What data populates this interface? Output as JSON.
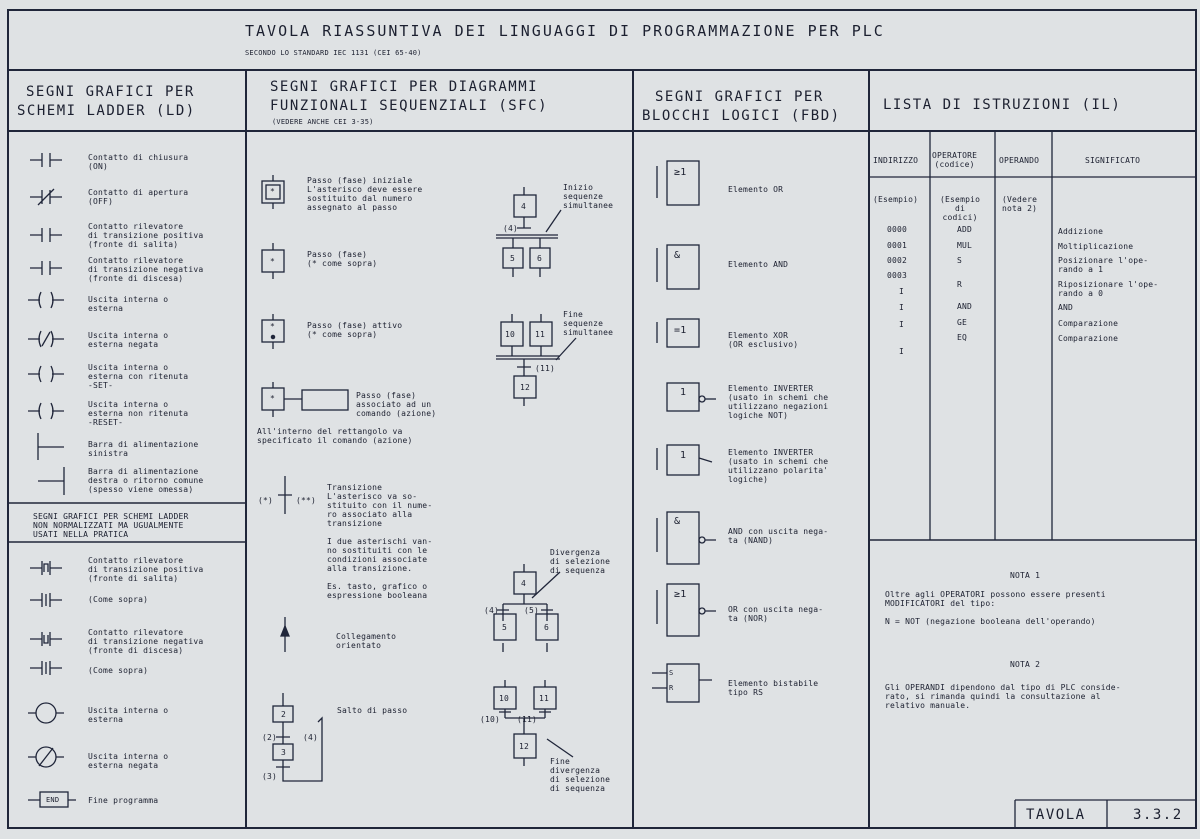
{
  "header": {
    "title": "TAVOLA RIASSUNTIVA DEI LINGUAGGI DI PROGRAMMAZIONE PER PLC",
    "subtitle": "SECONDO LO STANDARD IEC 1131 (CEI 65-40)"
  },
  "ld": {
    "heading1": "SEGNI GRAFICI PER",
    "heading2": "SCHEMI LADDER (LD)",
    "items": [
      "Contatto di chiusura\n(ON)",
      "Contatto di apertura\n(OFF)",
      "Contatto rilevatore\ndi transizione positiva\n(fronte di salita)",
      "Contatto rilevatore\ndi transizione negativa\n(fronte di discesa)",
      "Uscita interna o\nesterna",
      "Uscita interna o\nesterna negata",
      "Uscita interna o\nesterna con ritenuta\n-SET-",
      "Uscita interna o\nesterna non ritenuta\n-RESET-",
      "Barra di alimentazione\nsinistra",
      "Barra di alimentazione\ndestra o ritorno comune\n(spesso viene omessa)"
    ],
    "nonstd_heading": "SEGNI GRAFICI PER SCHEMI LADDER\nNON NORMALIZZATI MA UGUALMENTE\nUSATI NELLA PRATICA",
    "nonstd_items": [
      "Contatto rilevatore\ndi transizione positiva\n(fronte di salita)",
      "(Come sopra)",
      "Contatto rilevatore\ndi transizione negativa\n(fronte di discesa)",
      "(Come sopra)",
      "Uscita interna o\nesterna",
      "Uscita interna o\nesterna negata",
      "Fine programma"
    ],
    "end_label": "END"
  },
  "sfc": {
    "heading1": "SEGNI GRAFICI PER DIAGRAMMI",
    "heading2": "FUNZIONALI SEQUENZIALI (SFC)",
    "note": "(VEDERE ANCHE CEI 3-35)",
    "initial_step": "Passo (fase) iniziale\nL'asterisco deve essere\nsostituito dal numero\nassegnato al passo",
    "step": "Passo (fase)\n(* come sopra)",
    "active_step": "Passo (fase) attivo\n(* come sopra)",
    "action_step": "Passo (fase)\nassociato ad un\ncomando (azione)",
    "action_note": "All'interno del rettangolo va\nspecificato il comando (azione)",
    "transition": "Transizione\nL'asterisco va so-\nstituito con il nume-\nro associato alla\ntransizione\n\nI due asterischi van-\nno sostituiti con le\ncondizioni associate\nalla transizione.\n\nEs. tasto, grafico o\nespressione booleana",
    "link": "Collegamento\norientato",
    "jump": "Salto di passo",
    "sim_start": "Inizio\nsequenze\nsimultanee",
    "sim_end": "Fine\nsequenze\nsimultanee",
    "div_start": "Divergenza\ndi selezione\ndi sequenza",
    "div_end": "Fine\ndivergenza\ndi selezione\ndi sequenza",
    "star": "*",
    "trans_left": "(*)",
    "trans_right": "(**)",
    "n4": "4",
    "n5": "5",
    "n6": "6",
    "n10": "10",
    "n11": "11",
    "n12": "12",
    "n2": "2",
    "n3": "3",
    "t4": "(4)",
    "t5": "(5)",
    "t11": "(11)",
    "t10": "(10)",
    "t2": "(2)",
    "t3": "(3)"
  },
  "fbd": {
    "heading1": "SEGNI GRAFICI PER",
    "heading2": "BLOCCHI LOGICI (FBD)",
    "items": [
      {
        "symbol": "≥1",
        "label": "Elemento OR"
      },
      {
        "symbol": "&",
        "label": "Elemento AND"
      },
      {
        "symbol": "=1",
        "label": "Elemento XOR\n(OR esclusivo)"
      },
      {
        "symbol": "1",
        "label": "Elemento INVERTER\n(usato in schemi che\nutilizzano negazioni\nlogiche NOT)"
      },
      {
        "symbol": "1",
        "label": "Elemento INVERTER\n(usato in schemi che\nutilizzano polarita'\nlogiche)"
      },
      {
        "symbol": "&",
        "label": "AND con uscita nega-\nta (NAND)"
      },
      {
        "symbol": "≥1",
        "label": "OR con uscita nega-\nta (NOR)"
      },
      {
        "symbol": "",
        "label": "Elemento bistabile\ntipo RS"
      }
    ],
    "rs_s": "S",
    "rs_r": "R"
  },
  "il": {
    "heading": "LISTA DI ISTRUZIONI (IL)",
    "columns": [
      "INDIRIZZO",
      "OPERATORE\n(codice)",
      "OPERANDO",
      "SIGNIFICATO"
    ],
    "example_row": [
      "(Esempio)",
      "(Esempio\ndi\ncodici)",
      "(Vedere\nnota 2)",
      ""
    ],
    "rows": [
      [
        "0000",
        "ADD",
        "Addizione"
      ],
      [
        "0001",
        "MUL",
        "Moltiplicazione"
      ],
      [
        "0002",
        "S",
        "Posizionare l'ope-\nrando a 1"
      ],
      [
        "0003",
        "R",
        "Riposizionare l'ope-\nrando a 0"
      ],
      [
        "I",
        "AND",
        "AND"
      ],
      [
        "I",
        "GE",
        "Comparazione"
      ],
      [
        "I",
        "EQ",
        "Comparazione"
      ],
      [
        "I",
        "",
        ""
      ]
    ],
    "nota1_title": "NOTA 1",
    "nota1": "Oltre agli OPERATORI possono essere presenti\nMODIFICATORI del tipo:\n\nN = NOT (negazione booleana dell'operando)",
    "nota2_title": "NOTA 2",
    "nota2": "Gli OPERANDI dipendono dal tipo di PLC conside-\nrato, si rimanda quindi la consultazione al\nrelativo manuale."
  },
  "footer": {
    "label": "TAVOLA",
    "number": "3.3.2"
  }
}
